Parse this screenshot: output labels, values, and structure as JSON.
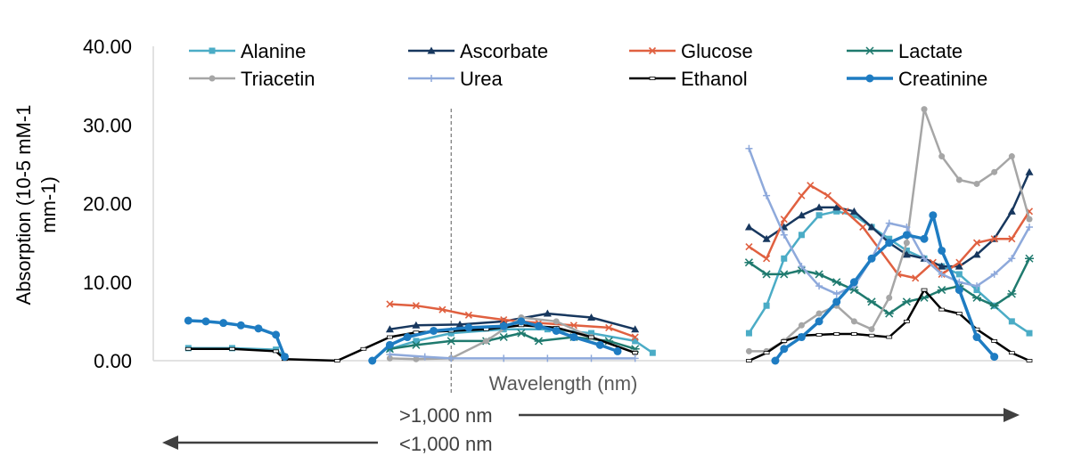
{
  "chart_data": {
    "type": "line",
    "ylabel_line1": "Absorption (10-5 mM-1",
    "ylabel_line2": "mm-1)",
    "xlabel": "Wavelength (nm)",
    "ylim": [
      0,
      40
    ],
    "yticks": [
      "0.00",
      "10.00",
      "20.00",
      "30.00",
      "40.00"
    ],
    "ytick_values": [
      0,
      10,
      20,
      30,
      40
    ],
    "x_axis_note": "categorical wavelength bins; tick labels not shown",
    "x_domain": [
      0,
      100
    ],
    "divider_x": 34,
    "legend_position": "top",
    "annotations": {
      "right_arrow_label": ">1,000 nm",
      "left_arrow_label": "<1,000 nm"
    },
    "series": [
      {
        "name": "Alanine",
        "color": "#4bacc6",
        "marker": "square",
        "points": [
          [
            4,
            1.6
          ],
          [
            9,
            1.6
          ],
          [
            14,
            1.4
          ],
          [
            15,
            0.5
          ],
          [
            27,
            1.5
          ],
          [
            30,
            2.5
          ],
          [
            34,
            3.5
          ],
          [
            40,
            4.0
          ],
          [
            45,
            4.0
          ],
          [
            50,
            3.5
          ],
          [
            55,
            2.5
          ],
          [
            57,
            1.0
          ],
          [
            68,
            3.5
          ],
          [
            70,
            7
          ],
          [
            72,
            13
          ],
          [
            74,
            16
          ],
          [
            76,
            18.5
          ],
          [
            78,
            19
          ],
          [
            80,
            18.5
          ],
          [
            82,
            17
          ],
          [
            84,
            15.5
          ],
          [
            86,
            14
          ],
          [
            88,
            13
          ],
          [
            90,
            12
          ],
          [
            92,
            11
          ],
          [
            94,
            9
          ],
          [
            96,
            7
          ],
          [
            98,
            5
          ],
          [
            100,
            3.5
          ]
        ]
      },
      {
        "name": "Ascorbate",
        "color": "#17375e",
        "marker": "triangle",
        "points": [
          [
            27,
            4.0
          ],
          [
            30,
            4.5
          ],
          [
            35,
            4.6
          ],
          [
            40,
            5.0
          ],
          [
            45,
            6.0
          ],
          [
            50,
            5.5
          ],
          [
            55,
            4.0
          ],
          [
            68,
            17
          ],
          [
            70,
            15.5
          ],
          [
            72,
            17
          ],
          [
            74,
            18.5
          ],
          [
            76,
            19.5
          ],
          [
            78,
            19.5
          ],
          [
            80,
            19
          ],
          [
            82,
            17
          ],
          [
            84,
            15
          ],
          [
            86,
            13.5
          ],
          [
            88,
            13
          ],
          [
            90,
            12
          ],
          [
            92,
            12
          ],
          [
            94,
            13.5
          ],
          [
            96,
            15.5
          ],
          [
            98,
            19
          ],
          [
            100,
            24
          ]
        ]
      },
      {
        "name": "Glucose",
        "color": "#e06040",
        "marker": "x",
        "points": [
          [
            27,
            7.2
          ],
          [
            30,
            7.0
          ],
          [
            33,
            6.5
          ],
          [
            36,
            5.8
          ],
          [
            40,
            5.2
          ],
          [
            44,
            4.8
          ],
          [
            48,
            4.5
          ],
          [
            52,
            4.2
          ],
          [
            55,
            3.0
          ],
          [
            68,
            14.5
          ],
          [
            70,
            13
          ],
          [
            72,
            18
          ],
          [
            74,
            21
          ],
          [
            75,
            22.3
          ],
          [
            77,
            21
          ],
          [
            79,
            19
          ],
          [
            81,
            17
          ],
          [
            83,
            14
          ],
          [
            85,
            11
          ],
          [
            87,
            10.5
          ],
          [
            89,
            12.5
          ],
          [
            90,
            11
          ],
          [
            92,
            12.5
          ],
          [
            94,
            15
          ],
          [
            96,
            15.5
          ],
          [
            98,
            15.5
          ],
          [
            100,
            19
          ]
        ]
      },
      {
        "name": "Lactate",
        "color": "#1f7a6e",
        "marker": "star",
        "points": [
          [
            27,
            1.5
          ],
          [
            30,
            2.0
          ],
          [
            34,
            2.5
          ],
          [
            38,
            2.5
          ],
          [
            40,
            3.0
          ],
          [
            42,
            3.5
          ],
          [
            44,
            2.5
          ],
          [
            48,
            3.0
          ],
          [
            52,
            2.5
          ],
          [
            55,
            1.5
          ],
          [
            68,
            12.5
          ],
          [
            70,
            11
          ],
          [
            72,
            11
          ],
          [
            74,
            11.5
          ],
          [
            76,
            11
          ],
          [
            78,
            10
          ],
          [
            80,
            9
          ],
          [
            82,
            7.5
          ],
          [
            84,
            6
          ],
          [
            86,
            7.5
          ],
          [
            88,
            8
          ],
          [
            90,
            9
          ],
          [
            92,
            9.5
          ],
          [
            94,
            8
          ],
          [
            96,
            7
          ],
          [
            98,
            8.5
          ],
          [
            100,
            13
          ]
        ]
      },
      {
        "name": "Triacetin",
        "color": "#a6a6a6",
        "marker": "circle",
        "points": [
          [
            27,
            0.3
          ],
          [
            30,
            0.2
          ],
          [
            34,
            0.3
          ],
          [
            38,
            2.5
          ],
          [
            42,
            5.5
          ],
          [
            46,
            5.0
          ],
          [
            50,
            3.0
          ],
          [
            55,
            1.0
          ],
          [
            68,
            1.2
          ],
          [
            70,
            1.2
          ],
          [
            72,
            2.5
          ],
          [
            74,
            4.5
          ],
          [
            76,
            6
          ],
          [
            78,
            7
          ],
          [
            80,
            5
          ],
          [
            82,
            4
          ],
          [
            84,
            8
          ],
          [
            86,
            15
          ],
          [
            88,
            32
          ],
          [
            90,
            26
          ],
          [
            92,
            23
          ],
          [
            94,
            22.5
          ],
          [
            96,
            24
          ],
          [
            98,
            26
          ],
          [
            100,
            18
          ]
        ]
      },
      {
        "name": "Urea",
        "color": "#8ea9db",
        "marker": "plus",
        "points": [
          [
            27,
            0.8
          ],
          [
            31,
            0.5
          ],
          [
            34,
            0.3
          ],
          [
            40,
            0.3
          ],
          [
            45,
            0.3
          ],
          [
            50,
            0.3
          ],
          [
            55,
            0.3
          ],
          [
            68,
            27
          ],
          [
            70,
            21
          ],
          [
            72,
            16
          ],
          [
            74,
            12
          ],
          [
            76,
            9.5
          ],
          [
            78,
            8.5
          ],
          [
            80,
            9.5
          ],
          [
            82,
            13
          ],
          [
            84,
            17.5
          ],
          [
            86,
            17
          ],
          [
            88,
            13
          ],
          [
            90,
            11
          ],
          [
            92,
            10
          ],
          [
            94,
            9.5
          ],
          [
            96,
            11
          ],
          [
            98,
            13
          ],
          [
            100,
            17
          ]
        ]
      },
      {
        "name": "Ethanol",
        "color": "#000000",
        "marker": "dash",
        "points": [
          [
            4,
            1.5
          ],
          [
            9,
            1.5
          ],
          [
            14,
            1.2
          ],
          [
            15,
            0.2
          ],
          [
            21,
            0
          ],
          [
            24,
            1.5
          ],
          [
            27,
            3.0
          ],
          [
            30,
            3.6
          ],
          [
            34,
            3.8
          ],
          [
            38,
            4.0
          ],
          [
            42,
            4.5
          ],
          [
            46,
            4.2
          ],
          [
            50,
            3.0
          ],
          [
            55,
            1.0
          ],
          [
            68,
            0
          ],
          [
            70,
            1.0
          ],
          [
            72,
            2.5
          ],
          [
            74,
            3.2
          ],
          [
            76,
            3.3
          ],
          [
            78,
            3.4
          ],
          [
            80,
            3.4
          ],
          [
            82,
            3.2
          ],
          [
            84,
            3.0
          ],
          [
            86,
            5
          ],
          [
            88,
            9
          ],
          [
            90,
            6.5
          ],
          [
            92,
            6.0
          ],
          [
            94,
            4
          ],
          [
            96,
            2.5
          ],
          [
            98,
            1
          ],
          [
            100,
            0
          ]
        ]
      },
      {
        "name": "Creatinine",
        "color": "#1e7cc2",
        "marker": "dot",
        "points": [
          [
            4,
            5.1
          ],
          [
            6,
            5.0
          ],
          [
            8,
            4.8
          ],
          [
            10,
            4.5
          ],
          [
            12,
            4.1
          ],
          [
            14,
            3.3
          ],
          [
            15,
            0.5
          ],
          [
            25,
            0
          ],
          [
            27,
            2.0
          ],
          [
            29,
            3.0
          ],
          [
            32,
            3.8
          ],
          [
            36,
            4.2
          ],
          [
            40,
            4.4
          ],
          [
            42,
            5.0
          ],
          [
            44,
            4.4
          ],
          [
            46,
            3.8
          ],
          [
            48,
            3.0
          ],
          [
            51,
            2.0
          ],
          [
            53,
            1.2
          ],
          [
            71,
            0
          ],
          [
            72,
            1.5
          ],
          [
            74,
            3
          ],
          [
            76,
            5
          ],
          [
            78,
            7.5
          ],
          [
            80,
            10
          ],
          [
            82,
            13
          ],
          [
            84,
            15
          ],
          [
            86,
            16
          ],
          [
            88,
            15.5
          ],
          [
            89,
            18.5
          ],
          [
            90,
            14
          ],
          [
            92,
            9
          ],
          [
            94,
            3
          ],
          [
            96,
            0.5
          ]
        ]
      }
    ]
  }
}
